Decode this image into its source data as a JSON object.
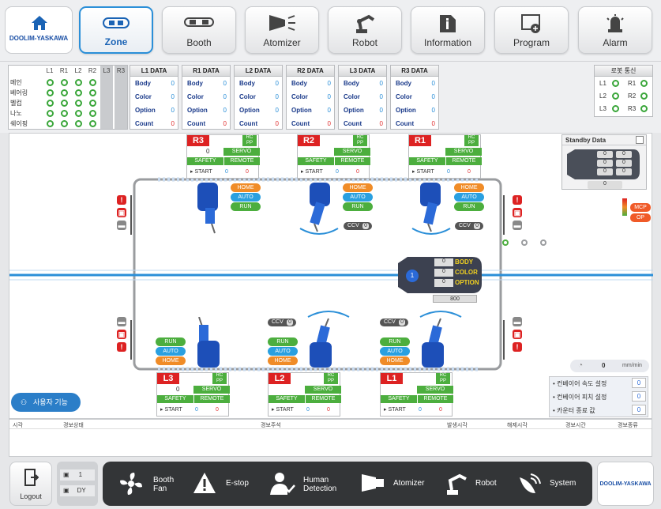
{
  "topnav": {
    "logo": "DOOLIM-YASKAWA",
    "items": [
      {
        "label": "Zone",
        "icon": "conveyor-icon"
      },
      {
        "label": "Booth",
        "icon": "booth-icon"
      },
      {
        "label": "Atomizer",
        "icon": "atomizer-icon"
      },
      {
        "label": "Robot",
        "icon": "robot-icon"
      },
      {
        "label": "Information",
        "icon": "information-icon"
      },
      {
        "label": "Program",
        "icon": "program-icon"
      },
      {
        "label": "Alarm",
        "icon": "alarm-icon"
      }
    ]
  },
  "status_table": {
    "headers": [
      "L1",
      "R1",
      "L2",
      "R2",
      "L3",
      "R3"
    ],
    "rows": [
      "메인",
      "베어링",
      "벨컵",
      "나노",
      "쉐이핑"
    ]
  },
  "data_boxes": [
    {
      "title": "L1 DATA",
      "body": "0",
      "color": "0",
      "option": "0",
      "count": "0"
    },
    {
      "title": "R1 DATA",
      "body": "0",
      "color": "0",
      "option": "0",
      "count": "0"
    },
    {
      "title": "L2 DATA",
      "body": "0",
      "color": "0",
      "option": "0",
      "count": "0"
    },
    {
      "title": "R2 DATA",
      "body": "0",
      "color": "0",
      "option": "0",
      "count": "0"
    },
    {
      "title": "L3 DATA",
      "body": "0",
      "color": "0",
      "option": "0",
      "count": "0"
    },
    {
      "title": "R3 DATA",
      "body": "0",
      "color": "0",
      "option": "0",
      "count": "0"
    }
  ],
  "data_labels": {
    "body": "Body",
    "color": "Color",
    "option": "Option",
    "count": "Count"
  },
  "comm": {
    "title": "로봇 통신",
    "items": [
      "L1",
      "R1",
      "L2",
      "R2",
      "L3",
      "R3"
    ]
  },
  "robots_top": [
    {
      "id": "R3",
      "count": "0",
      "servo": "SERVO",
      "safety": "SAFETY",
      "remote": "REMOTE",
      "start": "START",
      "z1": "0",
      "z2": "0",
      "rc": "RC",
      "pp": "PP"
    },
    {
      "id": "R2",
      "count": "",
      "servo": "SERVO",
      "safety": "SAFETY",
      "remote": "REMOTE",
      "start": "START",
      "z1": "0",
      "z2": "0",
      "rc": "RC",
      "pp": "PP"
    },
    {
      "id": "R1",
      "count": "",
      "servo": "SERVO",
      "safety": "SAFETY",
      "remote": "REMOTE",
      "start": "START",
      "z1": "0",
      "z2": "0",
      "rc": "RC",
      "pp": "PP"
    }
  ],
  "robots_bottom": [
    {
      "id": "L3",
      "count": "0",
      "servo": "SERVO",
      "safety": "SAFETY",
      "remote": "REMOTE",
      "start": "START",
      "z1": "0",
      "z2": "0",
      "rc": "RC",
      "pp": "PP"
    },
    {
      "id": "L2",
      "count": "",
      "servo": "SERVO",
      "safety": "SAFETY",
      "remote": "REMOTE",
      "start": "START",
      "z1": "0",
      "z2": "0",
      "rc": "RC",
      "pp": "PP"
    },
    {
      "id": "L1",
      "count": "",
      "servo": "SERVO",
      "safety": "SAFETY",
      "remote": "REMOTE",
      "start": "START",
      "z1": "0",
      "z2": "0",
      "rc": "RC",
      "pp": "PP"
    }
  ],
  "pills": {
    "home": "HOME",
    "auto": "AUTO",
    "run": "RUN"
  },
  "ccv": {
    "label": "CCV",
    "value": "0"
  },
  "standby": {
    "title": "Standby Data",
    "value": "0",
    "cells": [
      "0",
      "0",
      "0",
      "0",
      "0",
      "0"
    ]
  },
  "mcp": {
    "mcp": "MCP",
    "op": "OP"
  },
  "car": {
    "num": "1",
    "body": "BODY",
    "color": "COLOR",
    "option": "OPTION",
    "b0": "0",
    "c0": "0",
    "o0": "0",
    "count": "800"
  },
  "speed": {
    "value": "0",
    "unit": "mm/min"
  },
  "settings": [
    {
      "label": "컨베이어 속도 설정",
      "value": "0"
    },
    {
      "label": "컨베이어 피치 설정",
      "value": "0"
    },
    {
      "label": "카운터 종료 값",
      "value": "0"
    }
  ],
  "user_func": "사용자 기능",
  "alarm_headers": [
    "시각",
    "경보상태",
    "경보주석",
    "발생시각",
    "해제시각",
    "경보시간",
    "경보종류"
  ],
  "bottom": {
    "logout": "Logout",
    "user_num": "1",
    "user_name": "DY",
    "items": [
      {
        "label1": "Booth",
        "label2": "Fan",
        "icon": "fan-icon"
      },
      {
        "label1": "E-stop",
        "label2": "",
        "icon": "warning-icon"
      },
      {
        "label1": "Human",
        "label2": "Detection",
        "icon": "person-check-icon"
      },
      {
        "label1": "Atomizer",
        "label2": "",
        "icon": "atomizer-icon"
      },
      {
        "label1": "Robot",
        "label2": "",
        "icon": "robot-icon"
      },
      {
        "label1": "System",
        "label2": "",
        "icon": "satellite-icon"
      }
    ],
    "logo": "DOOLIM-YASKAWA"
  },
  "colors": {
    "accent": "#2b8fd8",
    "green": "#4cae3e",
    "red": "#dd2222",
    "orange": "#f08c28"
  }
}
